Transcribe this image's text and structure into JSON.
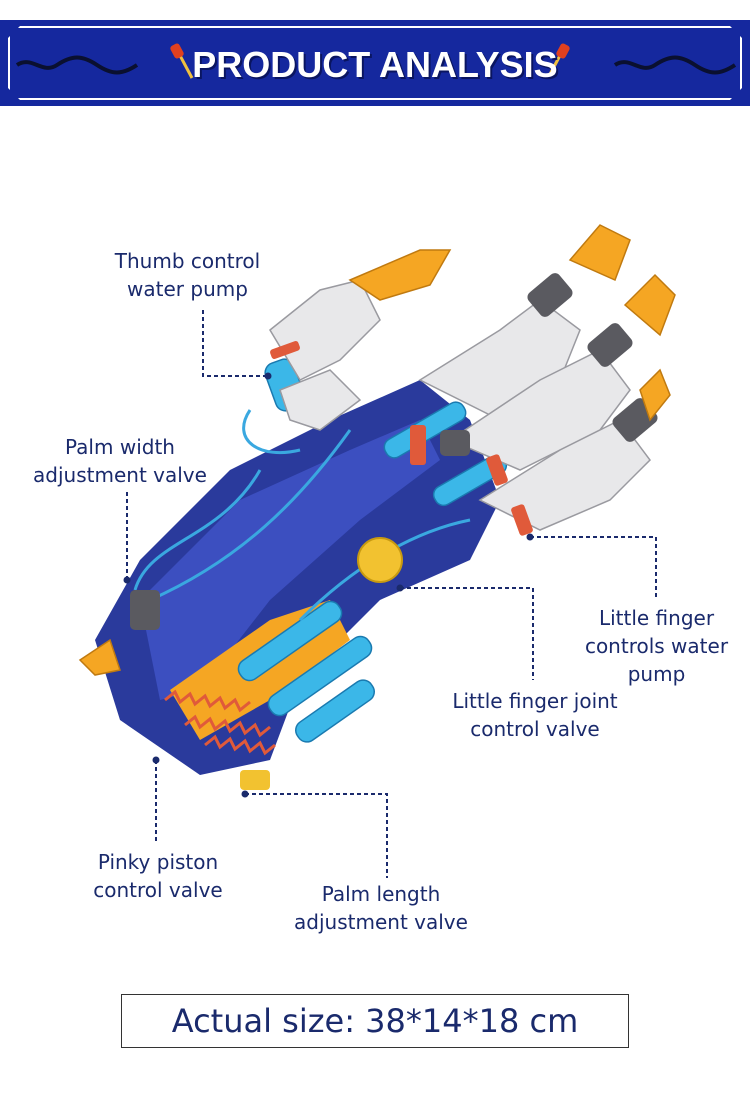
{
  "banner": {
    "title": "PRODUCT ANALYSIS"
  },
  "labels": {
    "thumb_pump": [
      "Thumb control",
      "water pump"
    ],
    "palm_width": [
      "Palm width",
      "adjustment valve"
    ],
    "little_finger_pump": [
      "Little finger",
      "controls water",
      "pump"
    ],
    "little_finger_joint": [
      "Little finger joint",
      "control valve"
    ],
    "pinky_piston": [
      "Pinky piston",
      "control valve"
    ],
    "palm_length": [
      "Palm length",
      "adjustment valve"
    ]
  },
  "footer": {
    "actual_size": "Actual size: 38*14*18 cm"
  },
  "colors": {
    "banner_blue": "#15289e",
    "label_navy": "#1a2a6c",
    "hand_blue": "#2a3a9c",
    "hand_white": "#e8e8ea",
    "accent_orange": "#f5a623",
    "tube_cyan": "#3bb7e8",
    "valve_red": "#e05a3a"
  }
}
